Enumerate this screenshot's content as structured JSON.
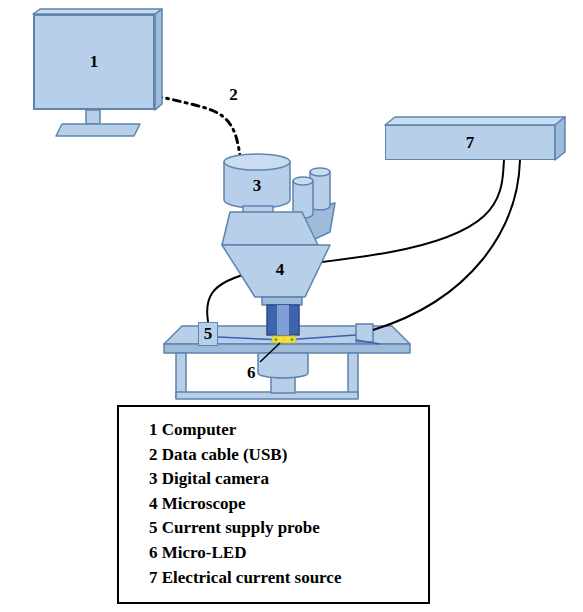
{
  "diagram": {
    "nodes": [
      {
        "text": [
          "1"
        ]
      },
      {
        "text": [
          "7"
        ]
      },
      {
        "text": [
          "3"
        ]
      },
      {
        "text": [
          "4"
        ]
      },
      {
        "text": [
          "5"
        ]
      },
      {
        "text": [
          "1 Computer",
          "2 Data cable (USB)",
          "3 Digital camera",
          "4 Microscope",
          "5 Current supply probe",
          "6 Micro-LED",
          "7 Electrical current source"
        ]
      }
    ],
    "edges": [
      {
        "from": 0,
        "to": 2,
        "arrow": "none",
        "label": "2"
      },
      {
        "from": 1,
        "to": 4,
        "arrow": "none"
      }
    ],
    "labels": [
      "6"
    ]
  }
}
